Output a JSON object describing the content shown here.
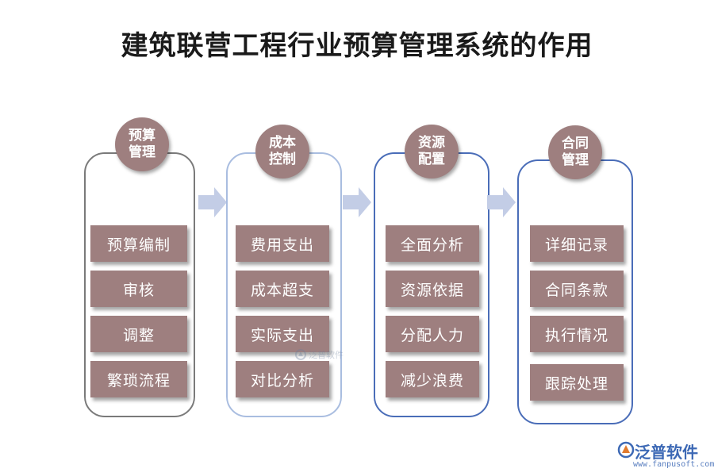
{
  "title": "建筑联营工程行业预算管理系统的作用",
  "columns": [
    {
      "heading": "预算管理",
      "border": "#7a7a7a",
      "items": [
        "预算编制",
        "审核",
        "调整",
        "繁琐流程"
      ]
    },
    {
      "heading": "成本控制",
      "border": "#a9bde0",
      "items": [
        "费用支出",
        "成本超支",
        "实际支出",
        "对比分析"
      ]
    },
    {
      "heading": "资源配置",
      "border": "#4a6db8",
      "items": [
        "全面分析",
        "资源依据",
        "分配人力",
        "减少浪费"
      ]
    },
    {
      "heading": "合同管理",
      "border": "#4a6db8",
      "items": [
        "详细记录",
        "合同条款",
        "执行情况",
        "跟踪处理"
      ]
    }
  ],
  "colors": {
    "box": "#9e7f7f",
    "arrow": "#c3cde6"
  },
  "watermark": "泛普软件",
  "logo": {
    "name": "泛普软件",
    "url": "www.fanpusoft.com"
  }
}
